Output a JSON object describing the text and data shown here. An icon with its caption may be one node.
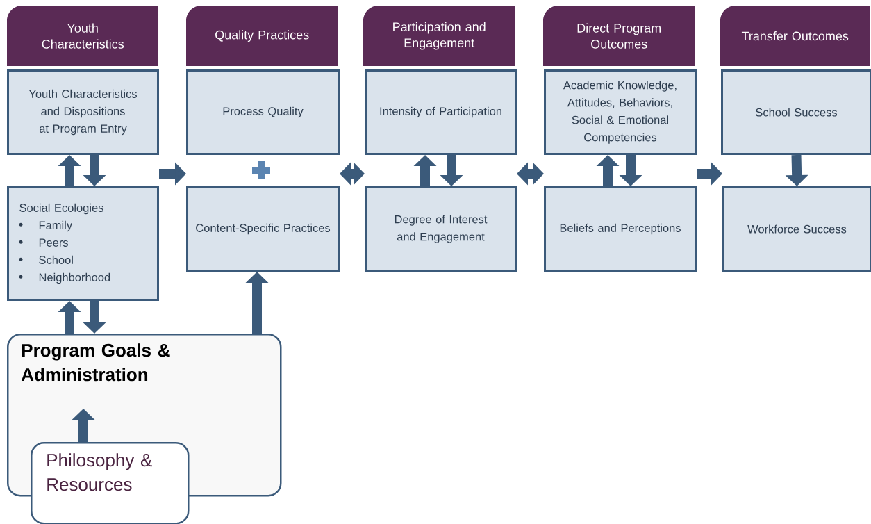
{
  "diagram": {
    "nodes": [
      {
        "text": [
          "Youth Characteristics"
        ]
      },
      {
        "text": [
          "Youth Characteristics and Dispositions at Program Entry"
        ]
      },
      {
        "text": [
          "Social Ecologies",
          "Family",
          "Peers",
          "School",
          "Neighborhood"
        ]
      },
      {
        "text": [
          "Quality Practices"
        ]
      },
      {
        "text": [
          "Process Quality"
        ]
      },
      {
        "text": [
          "Content-Specific Practices"
        ]
      },
      {
        "text": [
          "Participation and Engagement"
        ]
      },
      {
        "text": [
          "Intensity of Participation"
        ]
      },
      {
        "text": [
          "Degree of Interest and Engagement"
        ]
      },
      {
        "text": [
          "Direct Program Outcomes"
        ]
      },
      {
        "text": [
          "Academic Knowledge, Attitudes, Behaviors, Social & Emotional Competencies"
        ]
      },
      {
        "text": [
          "Beliefs and Perceptions"
        ]
      },
      {
        "text": [
          "Transfer Outcomes"
        ]
      },
      {
        "text": [
          "School Success"
        ]
      },
      {
        "text": [
          "Workforce Success"
        ]
      },
      {
        "text": [
          "Program Goals & Administration"
        ]
      },
      {
        "text": [
          "Philosophy & Resources"
        ]
      }
    ],
    "edges": [
      {
        "from": 2,
        "to": 1,
        "arrow": "to"
      },
      {
        "from": 1,
        "to": 2,
        "arrow": "to"
      },
      {
        "from": 2,
        "to": 5,
        "arrow": "to"
      },
      {
        "from": 5,
        "to": 8,
        "arrow": "both"
      },
      {
        "from": 8,
        "to": 7,
        "arrow": "to"
      },
      {
        "from": 7,
        "to": 8,
        "arrow": "to"
      },
      {
        "from": 8,
        "to": 11,
        "arrow": "both"
      },
      {
        "from": 11,
        "to": 10,
        "arrow": "to"
      },
      {
        "from": 10,
        "to": 11,
        "arrow": "to"
      },
      {
        "from": 11,
        "to": 14,
        "arrow": "to"
      },
      {
        "from": 13,
        "to": 14,
        "arrow": "to"
      },
      {
        "from": 15,
        "to": 2,
        "arrow": "to"
      },
      {
        "from": 2,
        "to": 15,
        "arrow": "to"
      },
      {
        "from": 15,
        "to": 5,
        "arrow": "to"
      },
      {
        "from": 16,
        "to": 15,
        "arrow": "to"
      }
    ]
  }
}
